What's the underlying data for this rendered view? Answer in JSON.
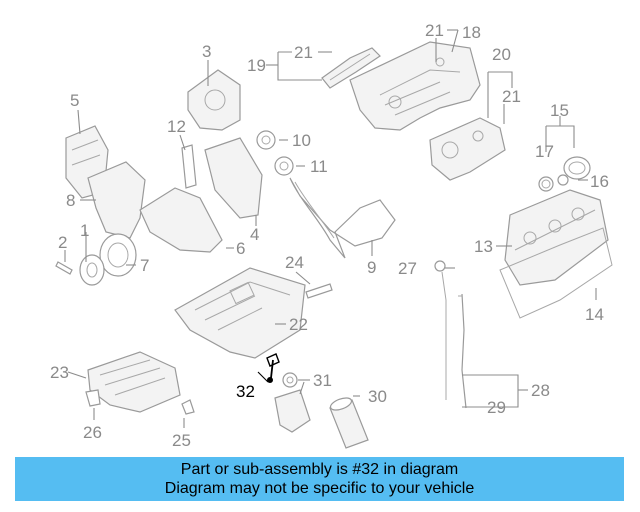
{
  "diagram": {
    "callouts": {
      "c1": "1",
      "c2": "2",
      "c3": "3",
      "c4": "4",
      "c5": "5",
      "c6": "6",
      "c7": "7",
      "c8": "8",
      "c9": "9",
      "c10": "10",
      "c11": "11",
      "c12": "12",
      "c13": "13",
      "c14": "14",
      "c15": "15",
      "c16": "16",
      "c17": "17",
      "c18": "18",
      "c19": "19",
      "c20": "20",
      "c21a": "21",
      "c21b": "21",
      "c21c": "21",
      "c22": "22",
      "c23": "23",
      "c24": "24",
      "c25": "25",
      "c26": "26",
      "c27": "27",
      "c28": "28",
      "c29": "29",
      "c30": "30",
      "c31": "31",
      "c32": "32"
    },
    "highlighted_part": "32",
    "colors": {
      "callout_text": "#8a8a8a",
      "highlight_text": "#000000",
      "banner_background": "#55bdf2"
    }
  },
  "banner": {
    "line1": "Part or sub-assembly is #32 in diagram",
    "line2": "Diagram may not be specific to your vehicle"
  }
}
